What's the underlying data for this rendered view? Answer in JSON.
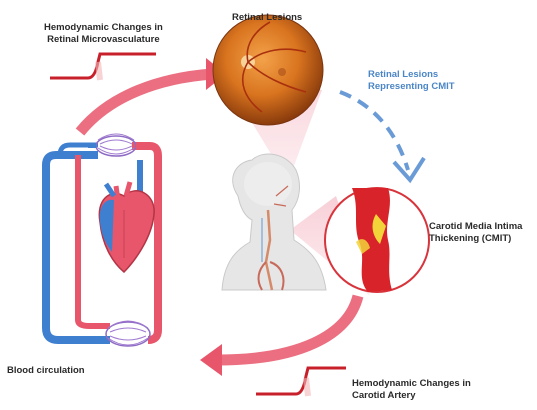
{
  "labels": {
    "hemodynamic_micro": [
      "Hemodynamic Changes in",
      "Retinal Microvasculature"
    ],
    "retinal_lesions": "Retinal Lesions",
    "retinal_lesions_cmit": [
      "Retinal Lesions",
      "Representing CMIT"
    ],
    "cmit": [
      "Carotid Media Intima",
      "Thickening  (CMIT)"
    ],
    "blood_circulation": "Blood circulation",
    "hemodynamic_carotid": [
      "Hemodynamic Changes in",
      "Carotid Artery"
    ]
  },
  "colors": {
    "artery_red": "#e8566b",
    "vein_blue": "#3f7fd0",
    "arrow_pink": "#e8566b",
    "dashed_arrow": "#6a9bd6",
    "fundus_orange": "#d9741f",
    "plaque_yellow": "#f2d43a",
    "waveform_red": "#c8202a"
  },
  "icons": [
    "heart-icon",
    "human-head-icon",
    "retina-fundus-icon",
    "carotid-artery-icon",
    "capillary-bed-icon",
    "waveform-icon"
  ]
}
